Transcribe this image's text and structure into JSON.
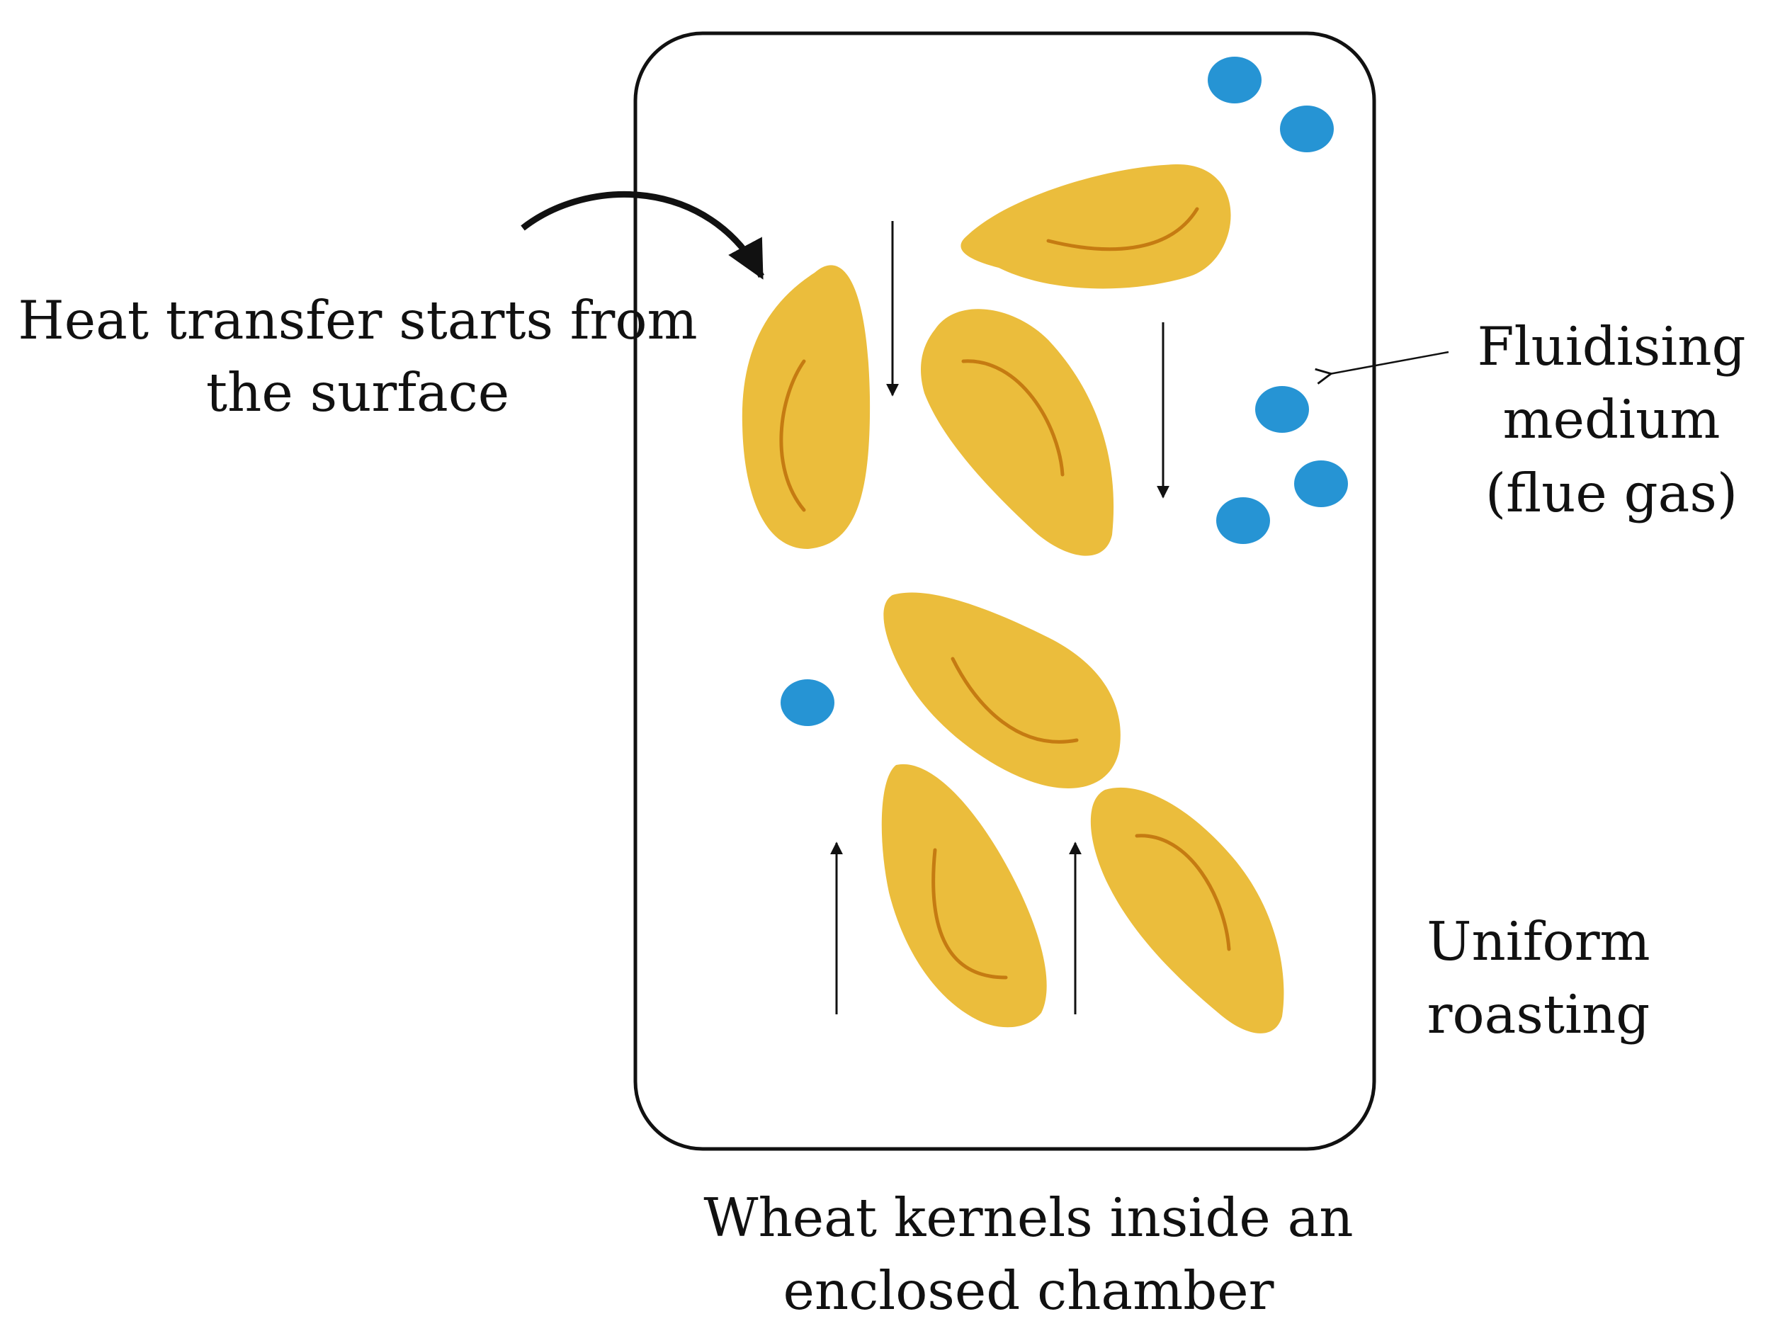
{
  "labels": {
    "heat_transfer": {
      "line1": "Heat transfer starts from",
      "line2": "the surface"
    },
    "fluidising": {
      "line1": "Fluidising",
      "line2": "medium",
      "line3": "(flue gas)"
    },
    "uniform": {
      "line1": "Uniform",
      "line2": "roasting"
    },
    "chamber": {
      "line1": "Wheat kernels inside an",
      "line2": "enclosed chamber"
    }
  },
  "colors": {
    "kernel_fill": "#ebbd3c",
    "kernel_crease": "#c57b12",
    "gas_particle": "#2694d4",
    "outline": "#111111"
  },
  "icons": {
    "kernel": "wheat-kernel-icon",
    "gas_particle": "gas-particle-icon"
  }
}
